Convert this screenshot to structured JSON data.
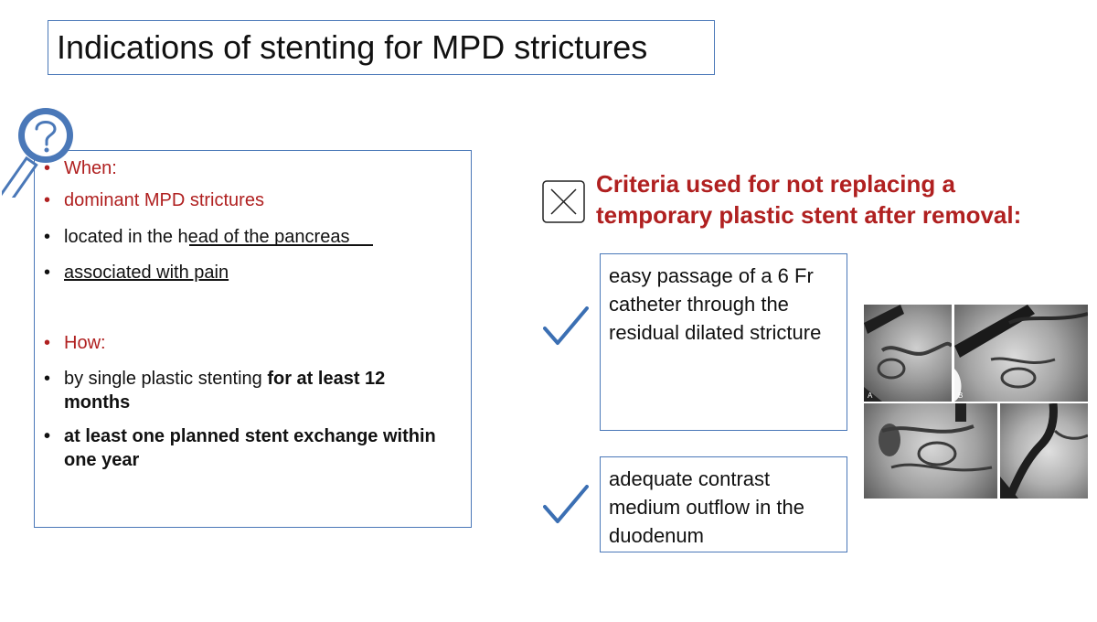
{
  "title": "Indications of stenting for MPD strictures",
  "left_panel": {
    "when_label": "When:",
    "item1": "dominant MPD strictures",
    "item2": "located in the head of the pancreas",
    "item3": "associated with pain",
    "how_label": "How:",
    "item4_plain": "by single plastic stenting ",
    "item4_bold": "for at least 12 months",
    "item5": "at least one planned stent exchange within one year"
  },
  "criteria": {
    "title": "Criteria used for not replacing a temporary plastic stent after removal:",
    "box1": "easy passage of a 6 Fr catheter through the residual dilated stricture",
    "box2": "adequate contrast medium outflow in the duodenum"
  },
  "xray_labels": {
    "a": "A",
    "b": "B"
  },
  "colors": {
    "accent_blue": "#4a78b8",
    "accent_red": "#b02020",
    "check_blue": "#3b6fb3"
  },
  "icons": [
    "magnifier-question-icon",
    "x-box-icon",
    "checkmark-icon"
  ]
}
